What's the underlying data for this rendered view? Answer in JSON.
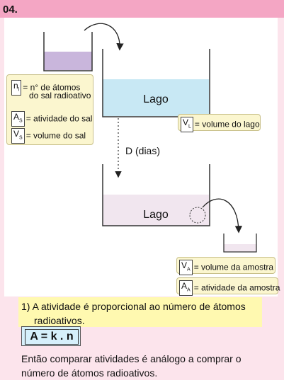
{
  "header": {
    "number": "04."
  },
  "diagram": {
    "time_label": "D (dias)",
    "lake_label_top": "Lago",
    "lake_label_bottom": "Lago",
    "legend_salt": {
      "n_symbol": "n",
      "n_sub": "l",
      "n_text_1": "= n° de átomos",
      "n_text_2": "do sal radioativo",
      "a_symbol": "A",
      "a_sub": "S",
      "a_text": "= atividade do sal",
      "v_symbol": "V",
      "v_sub": "S",
      "v_text": "= volume do sal"
    },
    "legend_lake": {
      "v_symbol": "V",
      "v_sub": "L",
      "v_text": "= volume do lago"
    },
    "legend_sample": {
      "v_symbol": "V",
      "v_sub": "A",
      "v_text": "= volume da amostra",
      "a_symbol": "A",
      "a_sub": "A",
      "a_text": "= atividade da amostra"
    },
    "colors": {
      "salt_liquid": "#c9b6dc",
      "lake_water": "#c8e8f4",
      "lake_after": "#f1e6ef",
      "sample_liquid": "#f1e6ef",
      "legend_bg": "#fbf6cf"
    }
  },
  "notes": {
    "line1_a": "1) A atividade é proporcional ao número de átomos",
    "line1_b": "radioativos.",
    "formula": "A = k .  n",
    "line2_a": "Então comparar atividades é análogo a comprar o",
    "line2_b": "número de átomos radioativos."
  }
}
